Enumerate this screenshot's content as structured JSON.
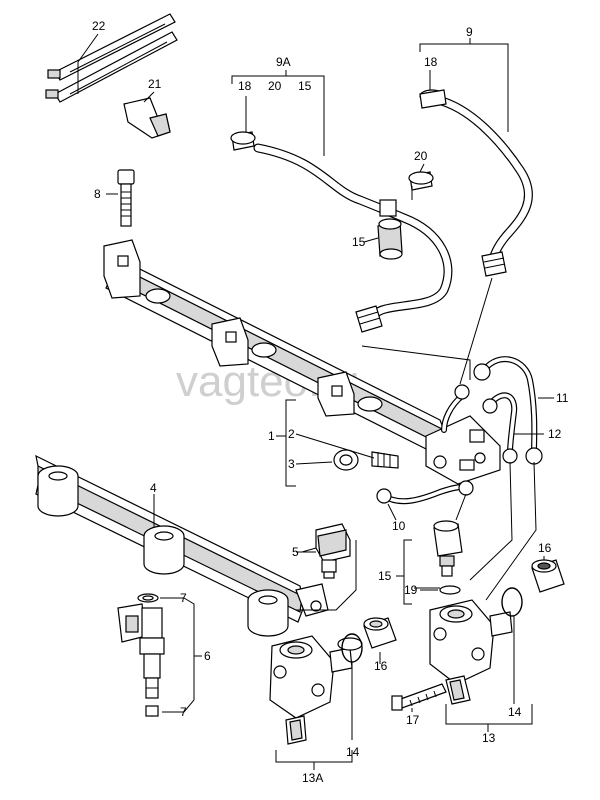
{
  "watermark": "vagteo.ru",
  "labels": {
    "l22": "22",
    "l21": "21",
    "l8": "8",
    "l9a": "9A",
    "l18a": "18",
    "l20a": "20",
    "l15a": "15",
    "l9": "9",
    "l18b": "18",
    "l20b": "20",
    "l15b": "15",
    "l1": "1",
    "l2": "2",
    "l3": "3",
    "l4": "4",
    "l5": "5",
    "l7a": "7",
    "l6": "6",
    "l7b": "7",
    "l10": "10",
    "l11": "11",
    "l12": "12",
    "l15c": "15",
    "l19": "19",
    "l16a": "16",
    "l16b": "16",
    "l14a": "14",
    "l14b": "14",
    "l17": "17",
    "l13": "13",
    "l13a": "13A"
  }
}
